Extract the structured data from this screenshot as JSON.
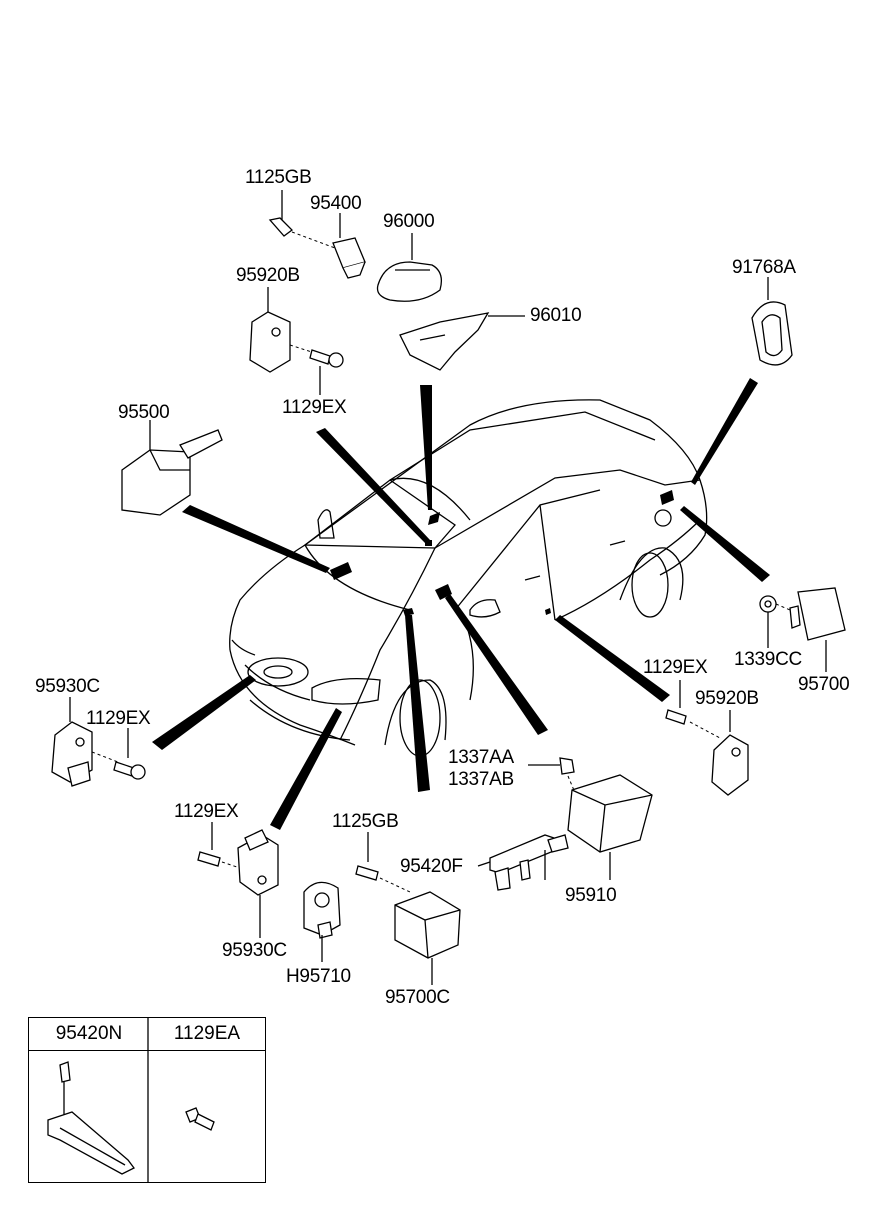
{
  "diagram": {
    "part_labels": {
      "p1125gb_top": "1125GB",
      "p95400": "95400",
      "p96000": "96000",
      "p95920b_top": "95920B",
      "p96010": "96010",
      "p1129ex_top": "1129EX",
      "p91768a": "91768A",
      "p95500": "95500",
      "p95930c_left": "95930C",
      "p1129ex_left": "1129EX",
      "p1129ex_right": "1129EX",
      "p1339cc": "1339CC",
      "p95700": "95700",
      "p95920b_right": "95920B",
      "p1337aa": "1337AA",
      "p1337ab": "1337AB",
      "p1129ex_bottom": "1129EX",
      "p1125gb_bottom": "1125GB",
      "p95420f": "95420F",
      "p95910": "95910",
      "p95930c_bottom": "95930C",
      "h95710": "H95710",
      "p95700c": "95700C"
    },
    "legend": {
      "col1_header": "95420N",
      "col2_header": "1129EA"
    }
  }
}
